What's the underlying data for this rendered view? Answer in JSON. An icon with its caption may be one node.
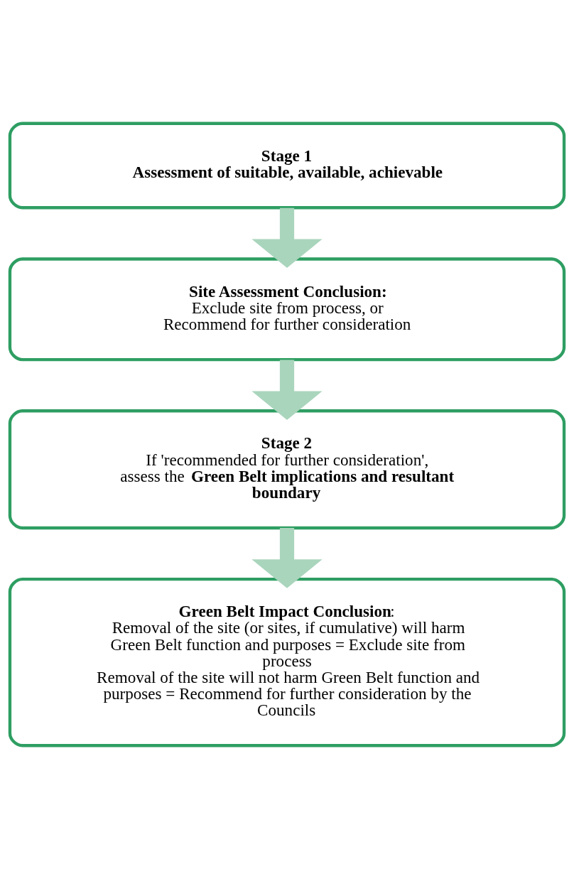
{
  "diagram": {
    "nodes": [
      {
        "text": [
          "Stage 1",
          "Assessment of suitable, available, achievable"
        ]
      },
      {
        "text": [
          "Site Assessment Conclusion:",
          "Exclude site from process, or",
          "Recommend for further consideration"
        ]
      },
      {
        "text": [
          "Stage 2",
          "If 'recommended for further consideration',",
          "assess the **Green Belt implications and resultant boundary**"
        ]
      },
      {
        "text": [
          "**Green Belt Impact Conclusion**:",
          "Removal of the site (or sites, if cumulative) will harm Green Belt function and purposes = Exclude site from process",
          "Removal of the site will not harm Green Belt function and purposes = Recommend for further consideration by the Councils"
        ]
      }
    ],
    "edges": [
      {
        "from": 0,
        "to": 1,
        "arrow": "to"
      },
      {
        "from": 1,
        "to": 2,
        "arrow": "to"
      },
      {
        "from": 2,
        "to": 3,
        "arrow": "to"
      }
    ]
  }
}
